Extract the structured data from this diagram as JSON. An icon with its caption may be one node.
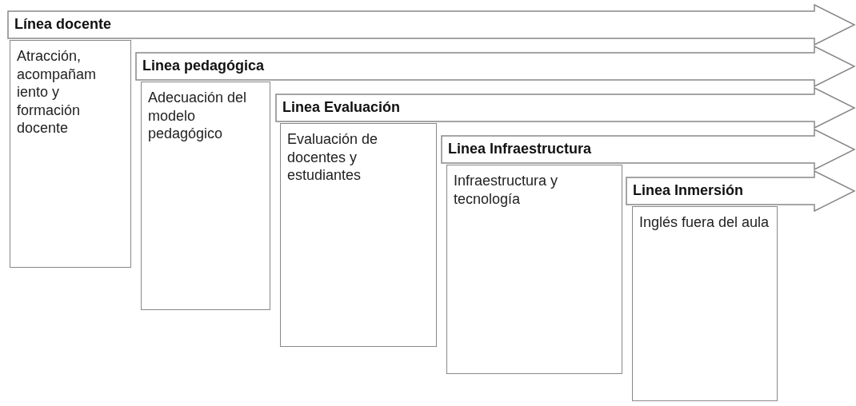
{
  "diagram": {
    "nodes": [
      {
        "text": [
          "Línea docente"
        ]
      },
      {
        "text": [
          "Atracción, acompañam iento y formación docente"
        ]
      },
      {
        "text": [
          "Linea pedagógica"
        ]
      },
      {
        "text": [
          "Adecuación del modelo pedagógico"
        ]
      },
      {
        "text": [
          "Linea Evaluación"
        ]
      },
      {
        "text": [
          "Evaluación de docentes y estudiantes"
        ]
      },
      {
        "text": [
          "Linea Infraestructura"
        ]
      },
      {
        "text": [
          "Infraestructura y tecnología"
        ]
      },
      {
        "text": [
          "Linea Inmersión"
        ]
      },
      {
        "text": [
          "Inglés fuera del aula"
        ]
      }
    ]
  }
}
